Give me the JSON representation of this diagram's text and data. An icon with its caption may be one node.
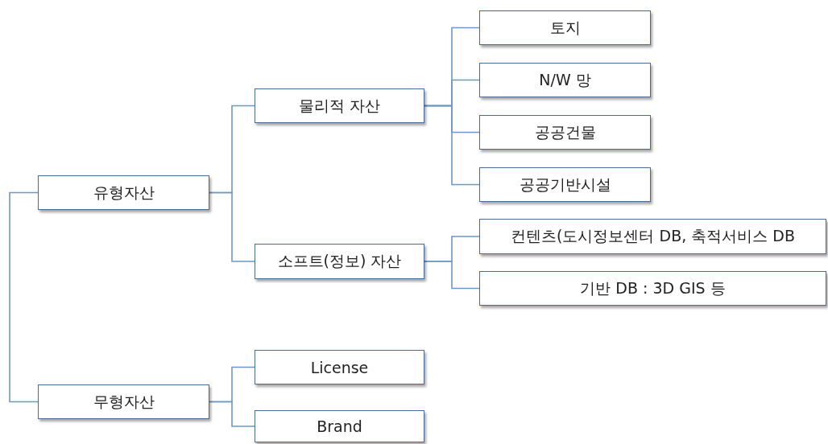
{
  "diagram": {
    "nodes": [
      {
        "text": [
          "유형자산"
        ]
      },
      {
        "text": [
          "물리적 자산"
        ]
      },
      {
        "text": [
          "토지"
        ]
      },
      {
        "text": [
          "N/W 망"
        ]
      },
      {
        "text": [
          "공공건물"
        ]
      },
      {
        "text": [
          "공공기반시설"
        ]
      },
      {
        "text": [
          "소프트(정보) 자산"
        ]
      },
      {
        "text": [
          "컨텐츠(도시정보센터 DB, 축적서비스 DB"
        ]
      },
      {
        "text": [
          "기반 DB : 3D GIS 등"
        ]
      },
      {
        "text": [
          "무형자산"
        ]
      },
      {
        "text": [
          "License"
        ]
      },
      {
        "text": [
          "Brand"
        ]
      }
    ],
    "edges": [
      {
        "from": 0,
        "to": 9,
        "arrow": "none"
      },
      {
        "from": 0,
        "to": 1,
        "arrow": "none"
      },
      {
        "from": 0,
        "to": 6,
        "arrow": "none"
      },
      {
        "from": 1,
        "to": 2,
        "arrow": "none"
      },
      {
        "from": 1,
        "to": 3,
        "arrow": "none"
      },
      {
        "from": 1,
        "to": 4,
        "arrow": "none"
      },
      {
        "from": 1,
        "to": 5,
        "arrow": "none"
      },
      {
        "from": 6,
        "to": 7,
        "arrow": "none"
      },
      {
        "from": 6,
        "to": 8,
        "arrow": "none"
      },
      {
        "from": 9,
        "to": 10,
        "arrow": "none"
      },
      {
        "from": 9,
        "to": 11,
        "arrow": "none"
      }
    ]
  }
}
